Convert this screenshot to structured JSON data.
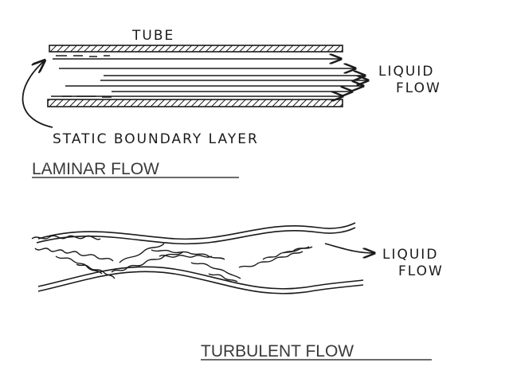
{
  "laminar": {
    "tube_label": "TUBE",
    "flow_label_line1": "LIQUID",
    "flow_label_line2": "FLOW",
    "boundary_label": "STATIC BOUNDARY LAYER",
    "caption": "LAMINAR FLOW"
  },
  "turbulent": {
    "flow_label_line1": "LIQUID",
    "flow_label_line2": "FLOW",
    "caption": "TURBULENT FLOW"
  },
  "colors": {
    "ink": "#1a1a1a",
    "caption": "#3a3a3a",
    "background": "#ffffff"
  }
}
